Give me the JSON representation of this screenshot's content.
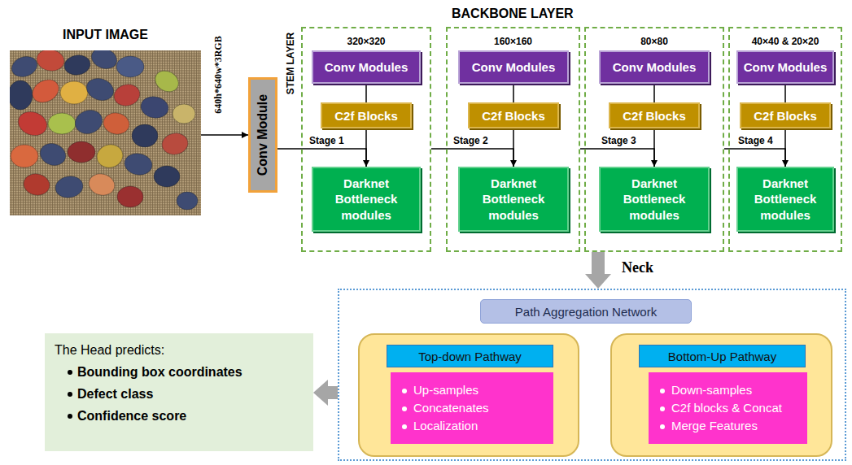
{
  "diagram": {
    "nodes": [
      {
        "text": [
          "INPUT IMAGE"
        ]
      },
      {
        "text": [
          "Conv Module"
        ]
      },
      {
        "text": [
          "320×320"
        ]
      },
      {
        "text": [
          "Conv Modules"
        ],
        "in": 2
      },
      {
        "text": [
          "C2f Blocks"
        ],
        "in": 2
      },
      {
        "text": [
          "Darknet Bottleneck modules"
        ],
        "in": 2
      },
      {
        "text": [
          "160×160"
        ]
      },
      {
        "text": [
          "Conv Modules"
        ],
        "in": 6
      },
      {
        "text": [
          "C2f Blocks"
        ],
        "in": 6
      },
      {
        "text": [
          "Darknet Bottleneck modules"
        ],
        "in": 6
      },
      {
        "text": [
          "80×80"
        ]
      },
      {
        "text": [
          "Conv Modules"
        ],
        "in": 10
      },
      {
        "text": [
          "C2f Blocks"
        ],
        "in": 10
      },
      {
        "text": [
          "Darknet Bottleneck modules"
        ],
        "in": 10
      },
      {
        "text": [
          "40×40 & 20×20"
        ]
      },
      {
        "text": [
          "Conv Modules"
        ],
        "in": 14
      },
      {
        "text": [
          "C2f Blocks"
        ],
        "in": 14
      },
      {
        "text": [
          "Darknet Bottleneck modules"
        ],
        "in": 14
      },
      {
        "text": [
          "Neck"
        ]
      },
      {
        "text": [
          "Path Aggregation Network"
        ],
        "in": 18
      },
      {
        "text": [],
        "in": 18
      },
      {
        "text": [
          "Top-down Pathway"
        ],
        "in": 20
      },
      {
        "text": [
          "Up-samples",
          "Concatenates",
          "Localization"
        ],
        "in": 20
      },
      {
        "text": [],
        "in": 18
      },
      {
        "text": [
          "Bottom-Up Pathway"
        ],
        "in": 23
      },
      {
        "text": [
          "Down-samples",
          "C2f blocks & Concat",
          "Merge Features"
        ],
        "in": 23
      },
      {
        "text": [
          "The Head predicts:",
          "Bounding box coordinates",
          "Defect class",
          "Confidence score"
        ]
      }
    ],
    "edges": [
      {
        "from": 0,
        "to": 1,
        "arrow": "to"
      },
      {
        "from": 1,
        "to": 5,
        "label": "Stage 1",
        "arrow": "to"
      },
      {
        "from": 2,
        "to": 9,
        "label": "Stage 2",
        "arrow": "to"
      },
      {
        "from": 6,
        "to": 13,
        "label": "Stage 3",
        "arrow": "to"
      },
      {
        "from": 10,
        "to": 17,
        "label": "Stage 4",
        "arrow": "to"
      },
      {
        "from": 3,
        "to": 4,
        "arrow": "none"
      },
      {
        "from": 4,
        "to": 5,
        "arrow": "none"
      },
      {
        "from": 7,
        "to": 8,
        "arrow": "none"
      },
      {
        "from": 8,
        "to": 9,
        "arrow": "none"
      },
      {
        "from": 11,
        "to": 12,
        "arrow": "none"
      },
      {
        "from": 12,
        "to": 13,
        "arrow": "none"
      },
      {
        "from": 15,
        "to": 16,
        "arrow": "none"
      },
      {
        "from": 16,
        "to": 17,
        "arrow": "none"
      },
      {
        "from": 10,
        "to": 18,
        "arrow": "to"
      },
      {
        "from": 18,
        "to": 26,
        "arrow": "to"
      }
    ],
    "labels": [
      "BACKBONE LAYER",
      "640h*640w*3RGB",
      "STEM LAYER"
    ]
  }
}
